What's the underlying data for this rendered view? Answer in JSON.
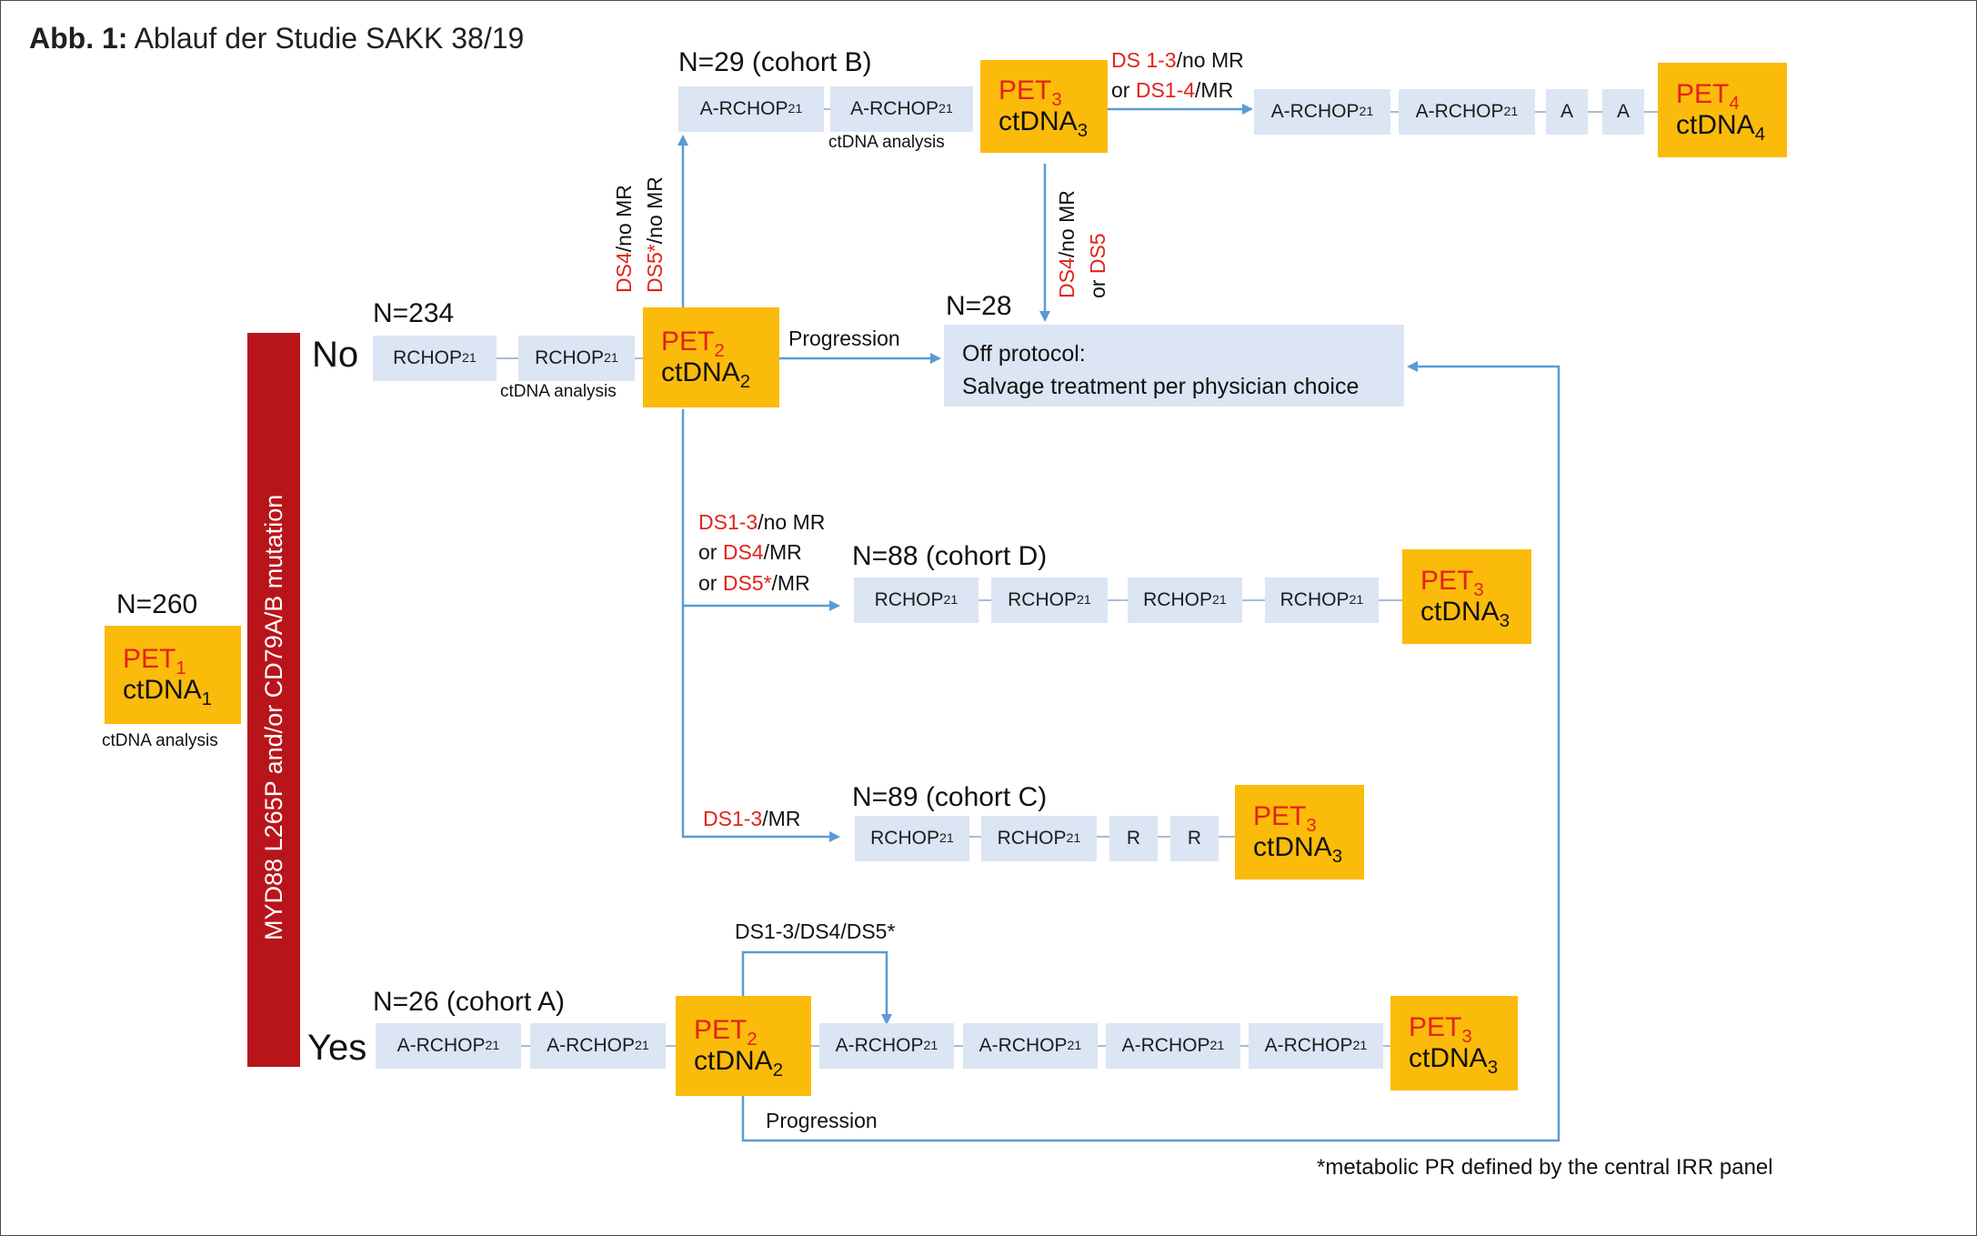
{
  "caption": {
    "prefix": "Abb. 1:",
    "text": " Ablauf der Studie SAKK 38/19"
  },
  "start": {
    "n": "N=260",
    "pet": "PET",
    "pet_sub": "1",
    "ct": "ctDNA",
    "ct_sub": "1",
    "analysis": "ctDNA analysis"
  },
  "mutation_bar": "MYD88 L265P and/or CD79A/B mutation",
  "no_label": "No",
  "yes_label": "Yes",
  "no_arm": {
    "n": "N=234",
    "box1": "RCHOP",
    "box1_sub": "21",
    "box2": "RCHOP",
    "box2_sub": "21",
    "analysis": "ctDNA analysis",
    "pet": "PET",
    "pet_sub": "2",
    "ct": "ctDNA",
    "ct_sub": "2",
    "progression": "Progression"
  },
  "cohort_b": {
    "n": "N=29 (cohort B)",
    "box1": "A-RCHOP",
    "box1_sub": "21",
    "box2": "A-RCHOP",
    "box2_sub": "21",
    "analysis": "ctDNA analysis",
    "pet": "PET",
    "pet_sub": "3",
    "ct": "ctDNA",
    "ct_sub": "3",
    "cond_line1_red": "DS 1-3",
    "cond_line1_black": "/no MR",
    "cond_line2_black": "or ",
    "cond_line2_red": "DS1-4",
    "cond_line2_black2": "/MR",
    "box3": "A-RCHOP",
    "box3_sub": "21",
    "box4": "A-RCHOP",
    "box4_sub": "21",
    "box5": "A",
    "box6": "A",
    "pet4": "PET",
    "pet4_sub": "4",
    "ct4": "ctDNA",
    "ct4_sub": "4",
    "down_red1": "DS4",
    "down_black1": "/no MR",
    "down_black2": "or ",
    "down_red2": "DS5"
  },
  "up_condition": {
    "red1": "DS4",
    "black1": "/no MR",
    "red2": "DS5*",
    "black2": "/no MR"
  },
  "off_protocol": {
    "n": "N=28",
    "line1": "Off protocol:",
    "line2": "Salvage treatment per physician choice"
  },
  "cohort_d": {
    "cond1_red": "DS1-3",
    "cond1_black": "/no MR",
    "cond2_black": "or ",
    "cond2_red": "DS4",
    "cond2_black2": "/MR",
    "cond3_black": "or ",
    "cond3_red": "DS5*",
    "cond3_black2": "/MR",
    "n": "N=88 (cohort D)",
    "box1": "RCHOP",
    "box1_sub": "21",
    "box2": "RCHOP",
    "box2_sub": "21",
    "box3": "RCHOP",
    "box3_sub": "21",
    "box4": "RCHOP",
    "box4_sub": "21",
    "pet": "PET",
    "pet_sub": "3",
    "ct": "ctDNA",
    "ct_sub": "3"
  },
  "cohort_c": {
    "cond_red": "DS1-3",
    "cond_black": "/MR",
    "n": "N=89 (cohort C)",
    "box1": "RCHOP",
    "box1_sub": "21",
    "box2": "RCHOP",
    "box2_sub": "21",
    "box3": "R",
    "box4": "R",
    "pet": "PET",
    "pet_sub": "3",
    "ct": "ctDNA",
    "ct_sub": "3"
  },
  "cohort_a": {
    "n": "N=26 (cohort A)",
    "box1": "A-RCHOP",
    "box1_sub": "21",
    "box2": "A-RCHOP",
    "box2_sub": "21",
    "pet": "PET",
    "pet_sub": "2",
    "ct": "ctDNA",
    "ct_sub": "2",
    "loop_label": "DS1-3/DS4/DS5*",
    "box3": "A-RCHOP",
    "box3_sub": "21",
    "box4": "A-RCHOP",
    "box4_sub": "21",
    "box5": "A-RCHOP",
    "box5_sub": "21",
    "box6": "A-RCHOP",
    "box6_sub": "21",
    "pet3": "PET",
    "pet3_sub": "3",
    "ct3": "ctDNA",
    "ct3_sub": "3",
    "progression": "Progression"
  },
  "footnote": "*metabolic PR defined by the central IRR panel",
  "colors": {
    "pet_box": "#fbbb0a",
    "treatment_box": "#dbe5f3",
    "arrow": "#5b9bd5",
    "red_text": "#e3221c",
    "mutation_bar": "#b8151b"
  }
}
